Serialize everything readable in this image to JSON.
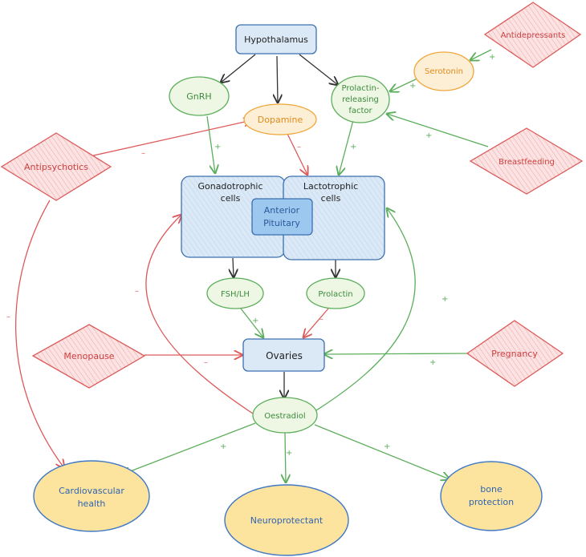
{
  "colors": {
    "blue_fill": "#dbe8f6",
    "blue_stroke": "#3b6fb0",
    "blue_dark_fill": "#9cc7ef",
    "green_fill": "#eef6e4",
    "green_stroke": "#5cae5c",
    "orange_fill": "#fcefd6",
    "orange_stroke": "#f0a63a",
    "red_fill": "#fbe3e3",
    "red_stroke": "#dd5a5a",
    "yellow_fill": "#fde49e",
    "yellow_stroke": "#3f78c6",
    "black_arrow": "#333333"
  },
  "nodes": {
    "hypothalamus": "Hypothalamus",
    "gnrh": "GnRH",
    "dopamine": "Dopamine",
    "prf_line1": "Prolactin-",
    "prf_line2": "releasing",
    "prf_line3": "factor",
    "serotonin": "Serotonin",
    "antidepressants": "Antidepressants",
    "breastfeeding": "Breastfeeding",
    "antipsychotics": "Antipsychotics",
    "gonadotrophic_line1": "Gonadotrophic",
    "gonadotrophic_line2": "cells",
    "lactotrophic_line1": "Lactotrophic",
    "lactotrophic_line2": "cells",
    "anterior_line1": "Anterior",
    "anterior_line2": "Pituitary",
    "fsh_lh": "FSH/LH",
    "prolactin": "Prolactin",
    "menopause": "Menopause",
    "ovaries": "Ovaries",
    "pregnancy": "Pregnancy",
    "oestradiol": "Oestradiol",
    "cardio_line1": "Cardiovascular",
    "cardio_line2": "health",
    "neuroprotectant": "Neuroprotectant",
    "bone_line1": "bone",
    "bone_line2": "protection"
  },
  "signs": {
    "plus": "+",
    "minus": "–"
  }
}
